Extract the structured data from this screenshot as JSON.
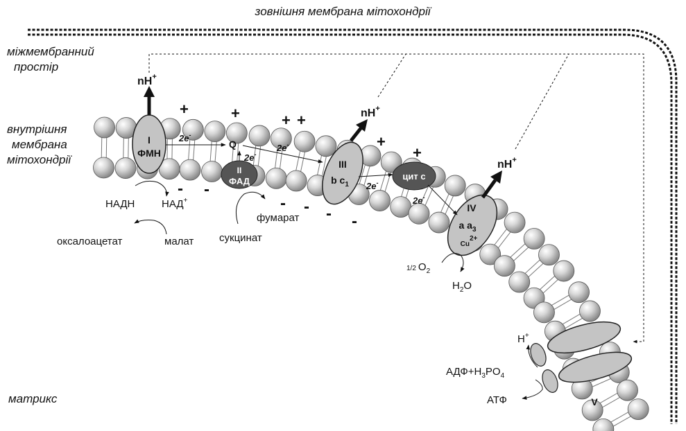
{
  "labels": {
    "outer_membrane": "зовнішня мембрана мітохондрії",
    "intermembrane_1": "міжмембранний",
    "intermembrane_2": "простір",
    "inner_membrane_1": "внутрішня",
    "inner_membrane_2": "мембрана",
    "inner_membrane_3": "мітохондрії",
    "matrix": "матрикс"
  },
  "complexes": {
    "c1_num": "I",
    "c1_name": "ФМН",
    "c2_num": "II",
    "c2_name": "ФАД",
    "c3_num": "III",
    "c3_name": "b c",
    "c3_sub": "1",
    "cyt_c": "цит с",
    "c4_num": "IV",
    "c4_name": "a a",
    "c4_sub": "3",
    "c4_cu": "Cu",
    "c4_cu_sup": "2+",
    "c5_num": "V"
  },
  "substances": {
    "q": "Q",
    "electron": "2e",
    "electron_sup": "-",
    "proton": "nH",
    "proton_sup": "+",
    "nadh": "НАДН",
    "nad": "НАД",
    "nad_sup": "+",
    "oxaloacetate": "оксалоацетат",
    "malate": "малат",
    "fumarate": "фумарат",
    "succinate": "сукцинат",
    "half": "1/2",
    "o2": "O",
    "o2_sub": "2",
    "h2o_h": "H",
    "h2o_sub": "2",
    "h2o_o": "O",
    "h_plus": "H",
    "h_plus_sup": "+",
    "adp_1": "АДФ+H",
    "adp_sub1": "3",
    "adp_2": "PO",
    "adp_sub2": "4",
    "atp": "АТФ"
  },
  "charges": {
    "plus": "+",
    "minus": "-"
  },
  "colors": {
    "membrane_bead": "#bbbbbb",
    "complex_light": "#c4c4c4",
    "complex_dark": "#555555",
    "outer_membrane": "#111111"
  }
}
